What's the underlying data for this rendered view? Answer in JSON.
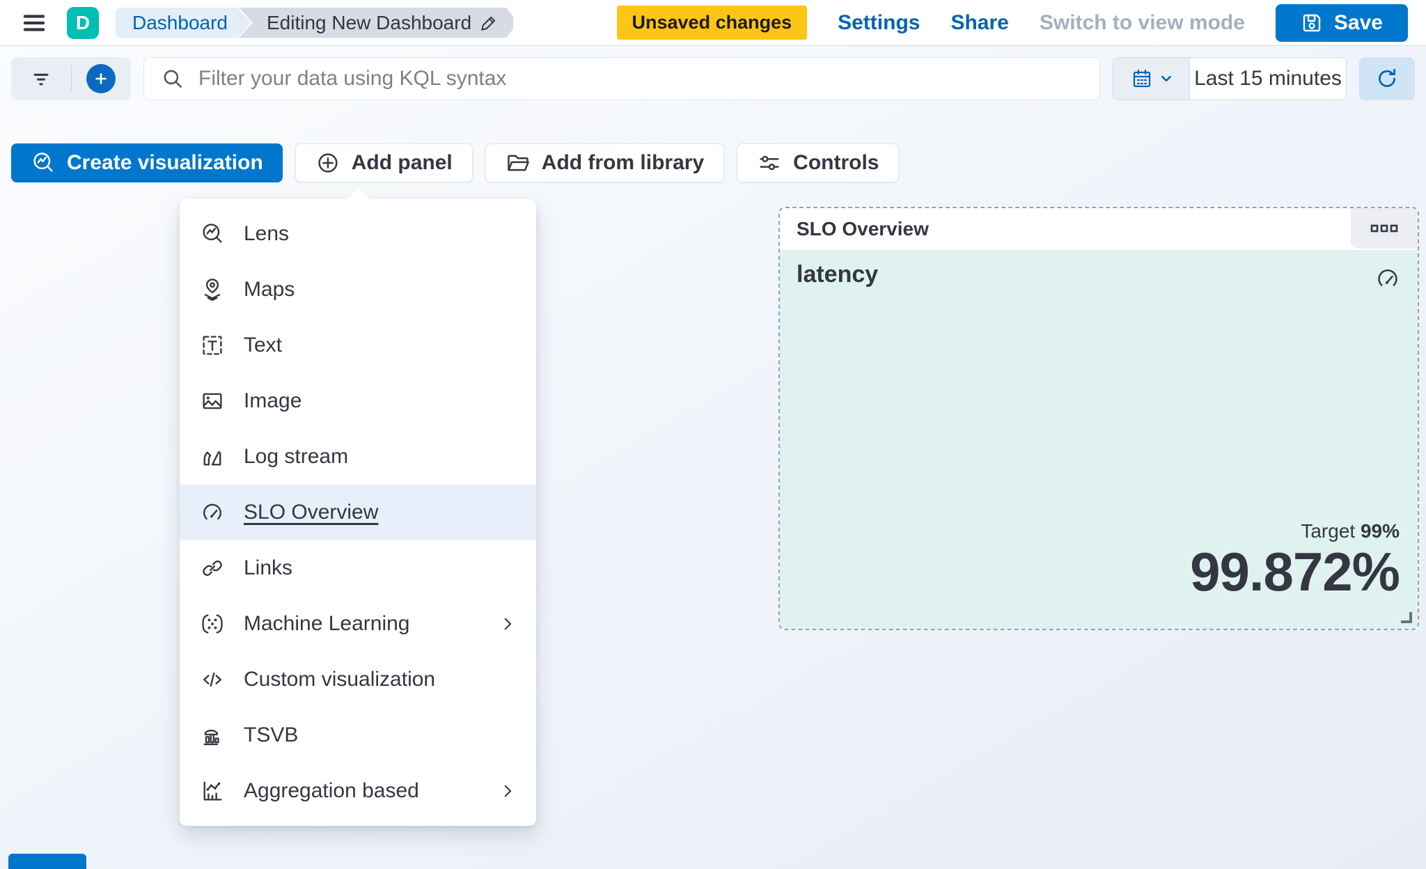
{
  "header": {
    "logo_letter": "D",
    "breadcrumbs": [
      {
        "label": "Dashboard"
      },
      {
        "label": "Editing New Dashboard"
      }
    ],
    "unsaved_badge": "Unsaved changes",
    "settings_label": "Settings",
    "share_label": "Share",
    "switch_view_label": "Switch to view mode",
    "save_label": "Save"
  },
  "query_bar": {
    "placeholder": "Filter your data using KQL syntax",
    "time_range": "Last 15 minutes"
  },
  "toolbar": {
    "create_visualization_label": "Create visualization",
    "add_panel_label": "Add panel",
    "add_from_library_label": "Add from library",
    "controls_label": "Controls"
  },
  "add_panel_menu": {
    "items": [
      {
        "label": "Lens",
        "icon": "lens-icon",
        "selected": false,
        "has_submenu": false
      },
      {
        "label": "Maps",
        "icon": "maps-icon",
        "selected": false,
        "has_submenu": false
      },
      {
        "label": "Text",
        "icon": "text-icon",
        "selected": false,
        "has_submenu": false
      },
      {
        "label": "Image",
        "icon": "image-icon",
        "selected": false,
        "has_submenu": false
      },
      {
        "label": "Log stream",
        "icon": "log-stream-icon",
        "selected": false,
        "has_submenu": false
      },
      {
        "label": "SLO Overview",
        "icon": "gauge-icon",
        "selected": true,
        "has_submenu": false
      },
      {
        "label": "Links",
        "icon": "link-icon",
        "selected": false,
        "has_submenu": false
      },
      {
        "label": "Machine Learning",
        "icon": "machine-learning-icon",
        "selected": false,
        "has_submenu": true
      },
      {
        "label": "Custom visualization",
        "icon": "code-icon",
        "selected": false,
        "has_submenu": false
      },
      {
        "label": "TSVB",
        "icon": "tsvb-icon",
        "selected": false,
        "has_submenu": false
      },
      {
        "label": "Aggregation based",
        "icon": "aggregation-icon",
        "selected": false,
        "has_submenu": true
      }
    ]
  },
  "slo_panel": {
    "title": "SLO Overview",
    "metric_label": "latency",
    "target_label": "Target",
    "target_value": "99%",
    "value": "99.872%"
  },
  "colors": {
    "primary_blue": "#0077CC",
    "link_blue": "#0064B0",
    "warning_badge": "#FEC514",
    "logo_teal": "#00BFB3",
    "panel_tint": "#DFF2EF",
    "menu_highlight": "#E7F0FA",
    "text_dark": "#343741"
  }
}
